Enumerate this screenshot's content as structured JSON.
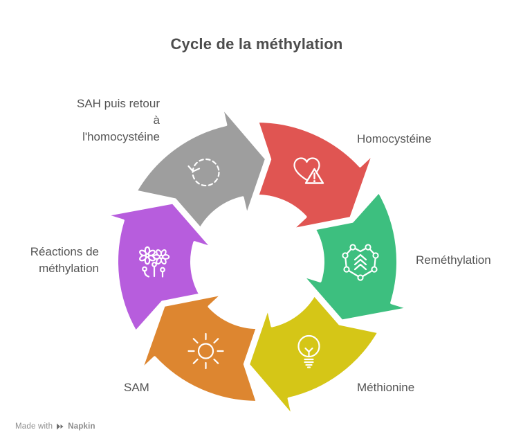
{
  "title": "Cycle de la méthylation",
  "cycle": {
    "steps": [
      {
        "id": "homocysteine",
        "name": "Homocystéine",
        "color": "#E05552",
        "icon": "heart-warning-icon"
      },
      {
        "id": "remethylation",
        "name": "Reméthylation",
        "color": "#3DBF7F",
        "icon": "molecule-icon"
      },
      {
        "id": "methionine",
        "name": "Méthionine",
        "color": "#D5C617",
        "icon": "lightbulb-icon"
      },
      {
        "id": "sam",
        "name": "SAM",
        "color": "#DD8630",
        "icon": "sun-icon"
      },
      {
        "id": "reactions",
        "name": "Réactions de\nméthylation",
        "color": "#B75DDD",
        "icon": "flowers-icon"
      },
      {
        "id": "sah",
        "name": "SAH puis retour\nà\nl'homocystéine",
        "color": "#9E9E9E",
        "icon": "cycle-arrow-icon"
      }
    ]
  },
  "watermark": {
    "prefix": "Made with",
    "brand": "Napkin"
  }
}
